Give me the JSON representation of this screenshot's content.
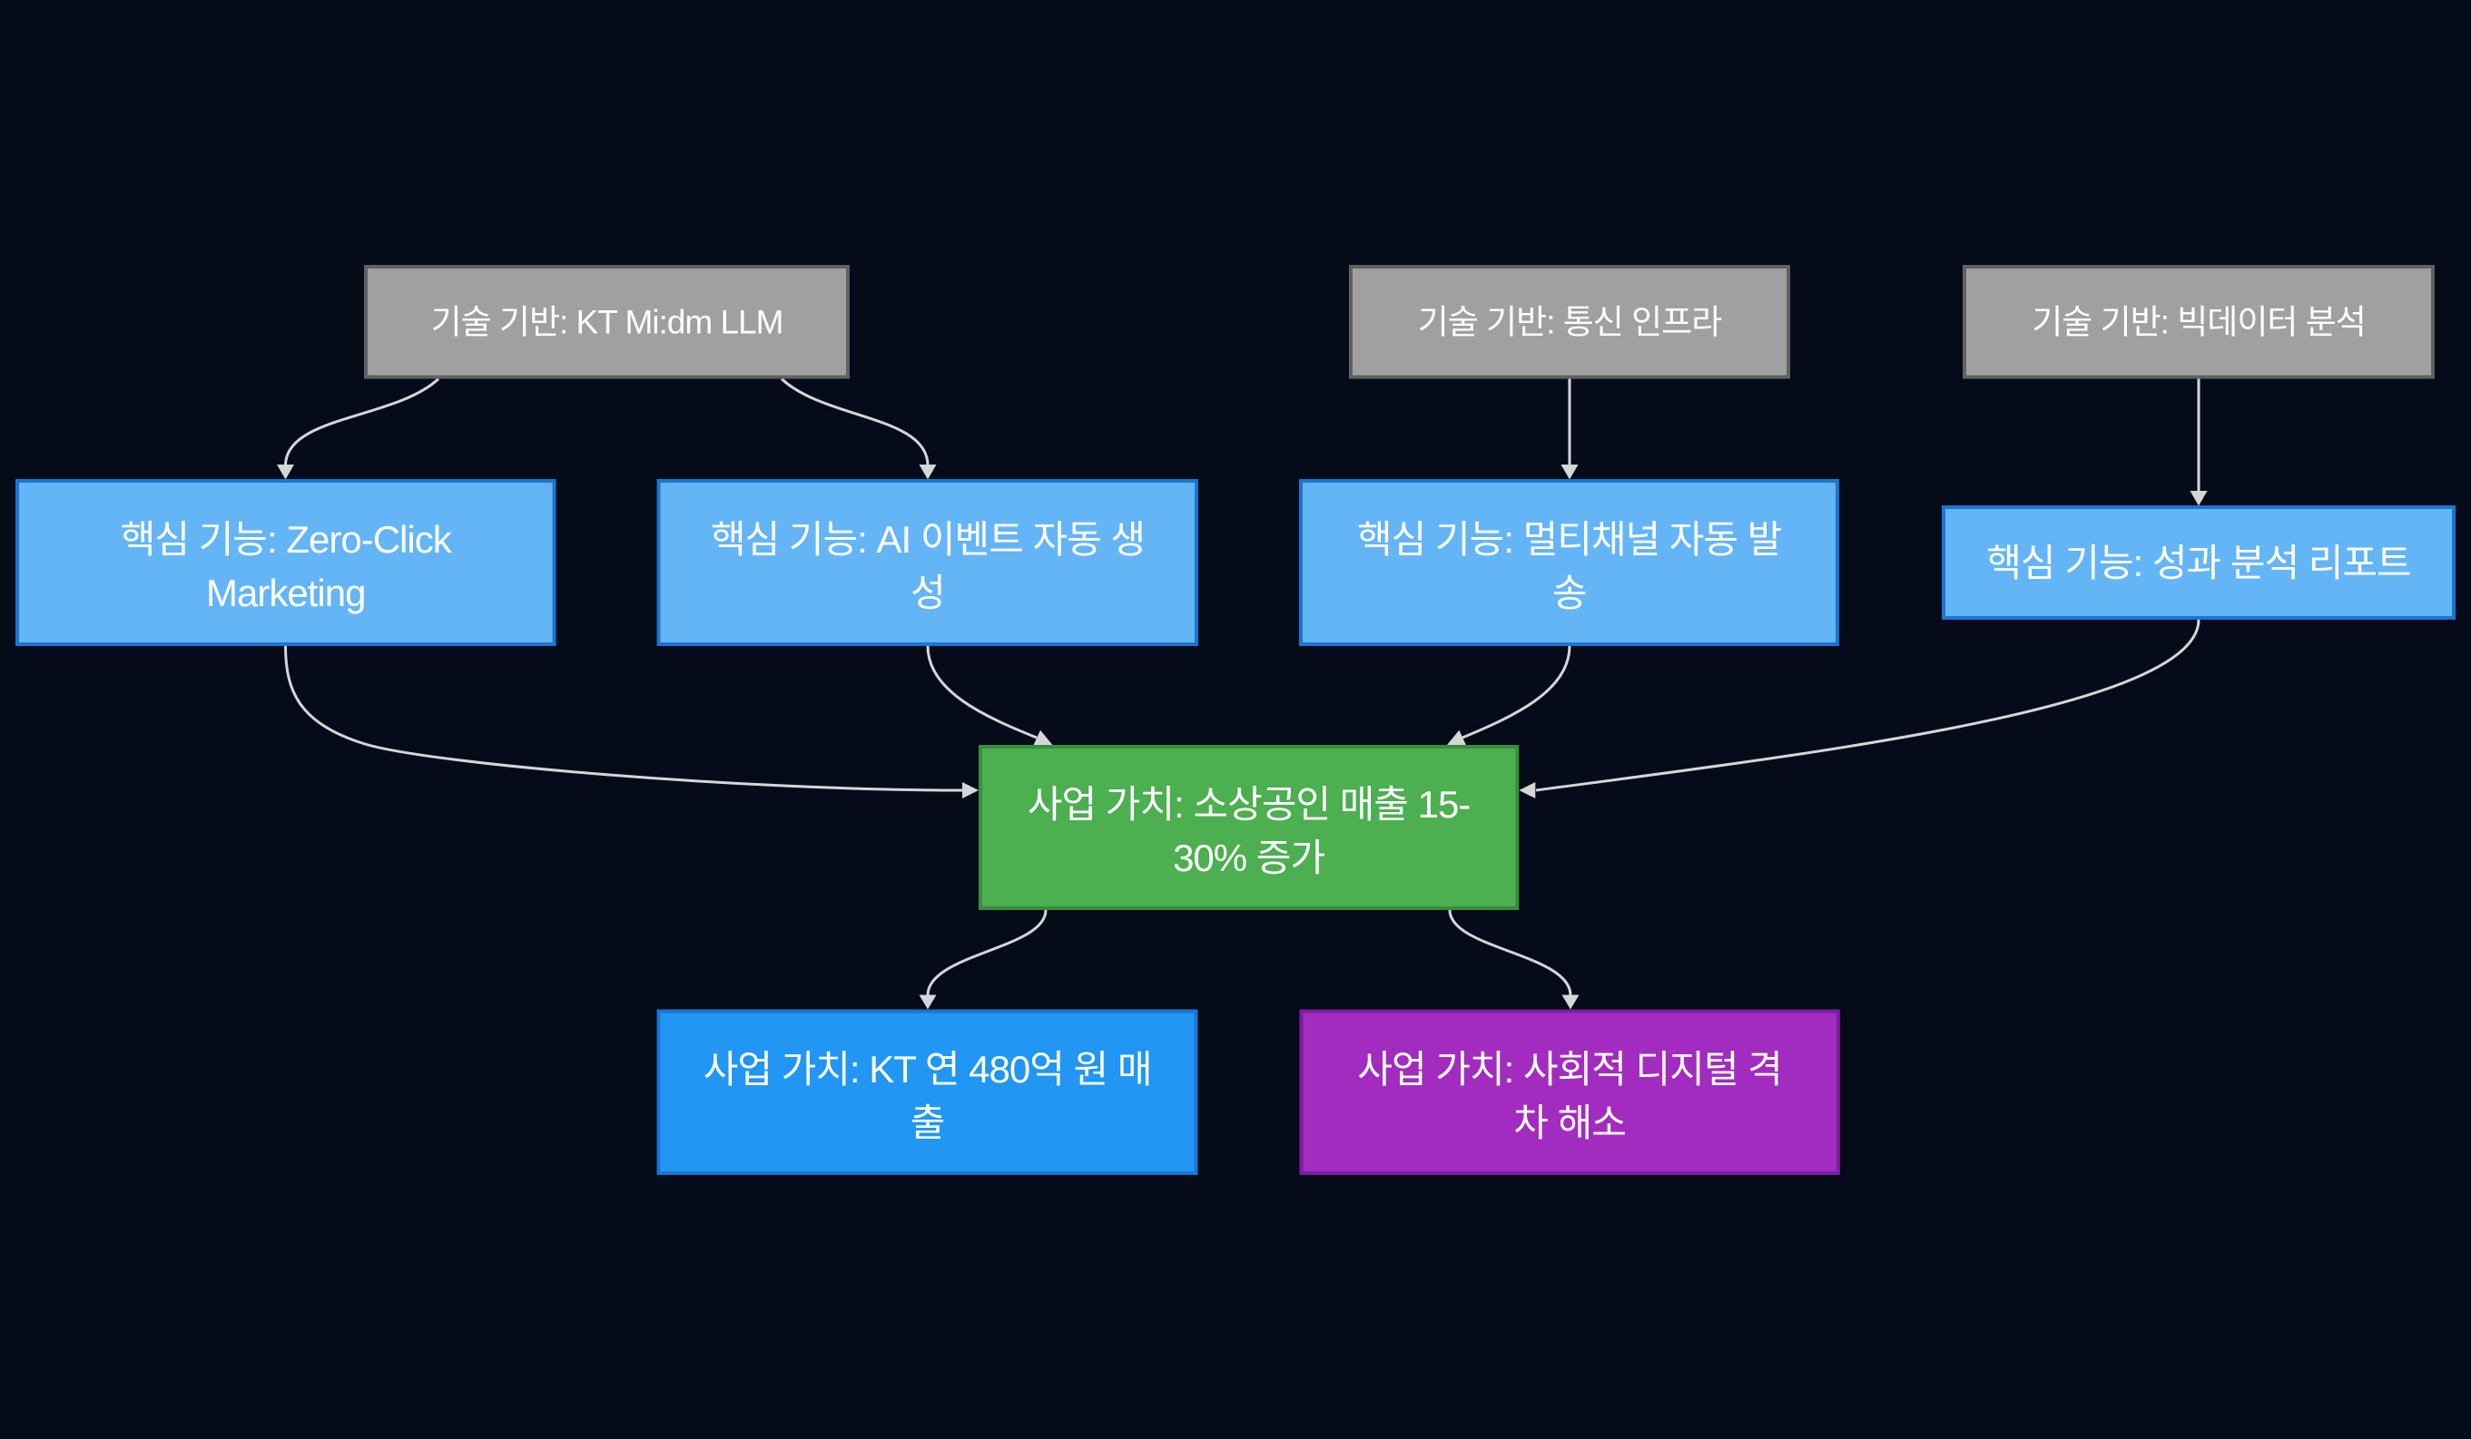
{
  "diagram": {
    "type": "flowchart",
    "direction": "top-down",
    "background_color": "#050b18",
    "edge_color": "#d6d6d6",
    "text_color": "#ffffff",
    "nodes": {
      "tech_llm": {
        "line1": "기술 기반: KT Mi:dm LLM",
        "line2": "",
        "fill": "#a0a0a0",
        "stroke": "#616161"
      },
      "tech_network": {
        "line1": "기술 기반: 통신 인프라",
        "line2": "",
        "fill": "#a0a0a0",
        "stroke": "#616161"
      },
      "tech_bigdata": {
        "line1": "기술 기반: 빅데이터 분석",
        "line2": "",
        "fill": "#a0a0a0",
        "stroke": "#616161"
      },
      "feat_zeroclick": {
        "line1": "핵심 기능: Zero-Click",
        "line2": "Marketing",
        "fill": "#64b5f6",
        "stroke": "#1976d2"
      },
      "feat_aievent": {
        "line1": "핵심 기능: AI 이벤트 자동 생",
        "line2": "성",
        "fill": "#64b5f6",
        "stroke": "#1976d2"
      },
      "feat_multich": {
        "line1": "핵심 기능: 멀티채널 자동 발",
        "line2": "송",
        "fill": "#64b5f6",
        "stroke": "#1976d2"
      },
      "feat_report": {
        "line1": "핵심 기능: 성과 분석 리포트",
        "line2": "",
        "fill": "#64b5f6",
        "stroke": "#1976d2"
      },
      "value_sales": {
        "line1": "사업 가치: 소상공인 매출 15-",
        "line2": "30% 증가",
        "fill": "#4caf50",
        "stroke": "#388e3c"
      },
      "value_kt": {
        "line1": "사업 가치: KT 연 480억 원 매",
        "line2": "출",
        "fill": "#2196f3",
        "stroke": "#1976d2"
      },
      "value_social": {
        "line1": "사업 가치: 사회적 디지털 격",
        "line2": "차 해소",
        "fill": "#a32cc0",
        "stroke": "#7b1fa2"
      }
    },
    "edges": [
      {
        "from": "tech_llm",
        "to": "feat_zeroclick"
      },
      {
        "from": "tech_llm",
        "to": "feat_aievent"
      },
      {
        "from": "tech_network",
        "to": "feat_multich"
      },
      {
        "from": "tech_bigdata",
        "to": "feat_report"
      },
      {
        "from": "feat_zeroclick",
        "to": "value_sales"
      },
      {
        "from": "feat_aievent",
        "to": "value_sales"
      },
      {
        "from": "feat_multich",
        "to": "value_sales"
      },
      {
        "from": "feat_report",
        "to": "value_sales"
      },
      {
        "from": "value_sales",
        "to": "value_kt"
      },
      {
        "from": "value_sales",
        "to": "value_social"
      }
    ]
  }
}
